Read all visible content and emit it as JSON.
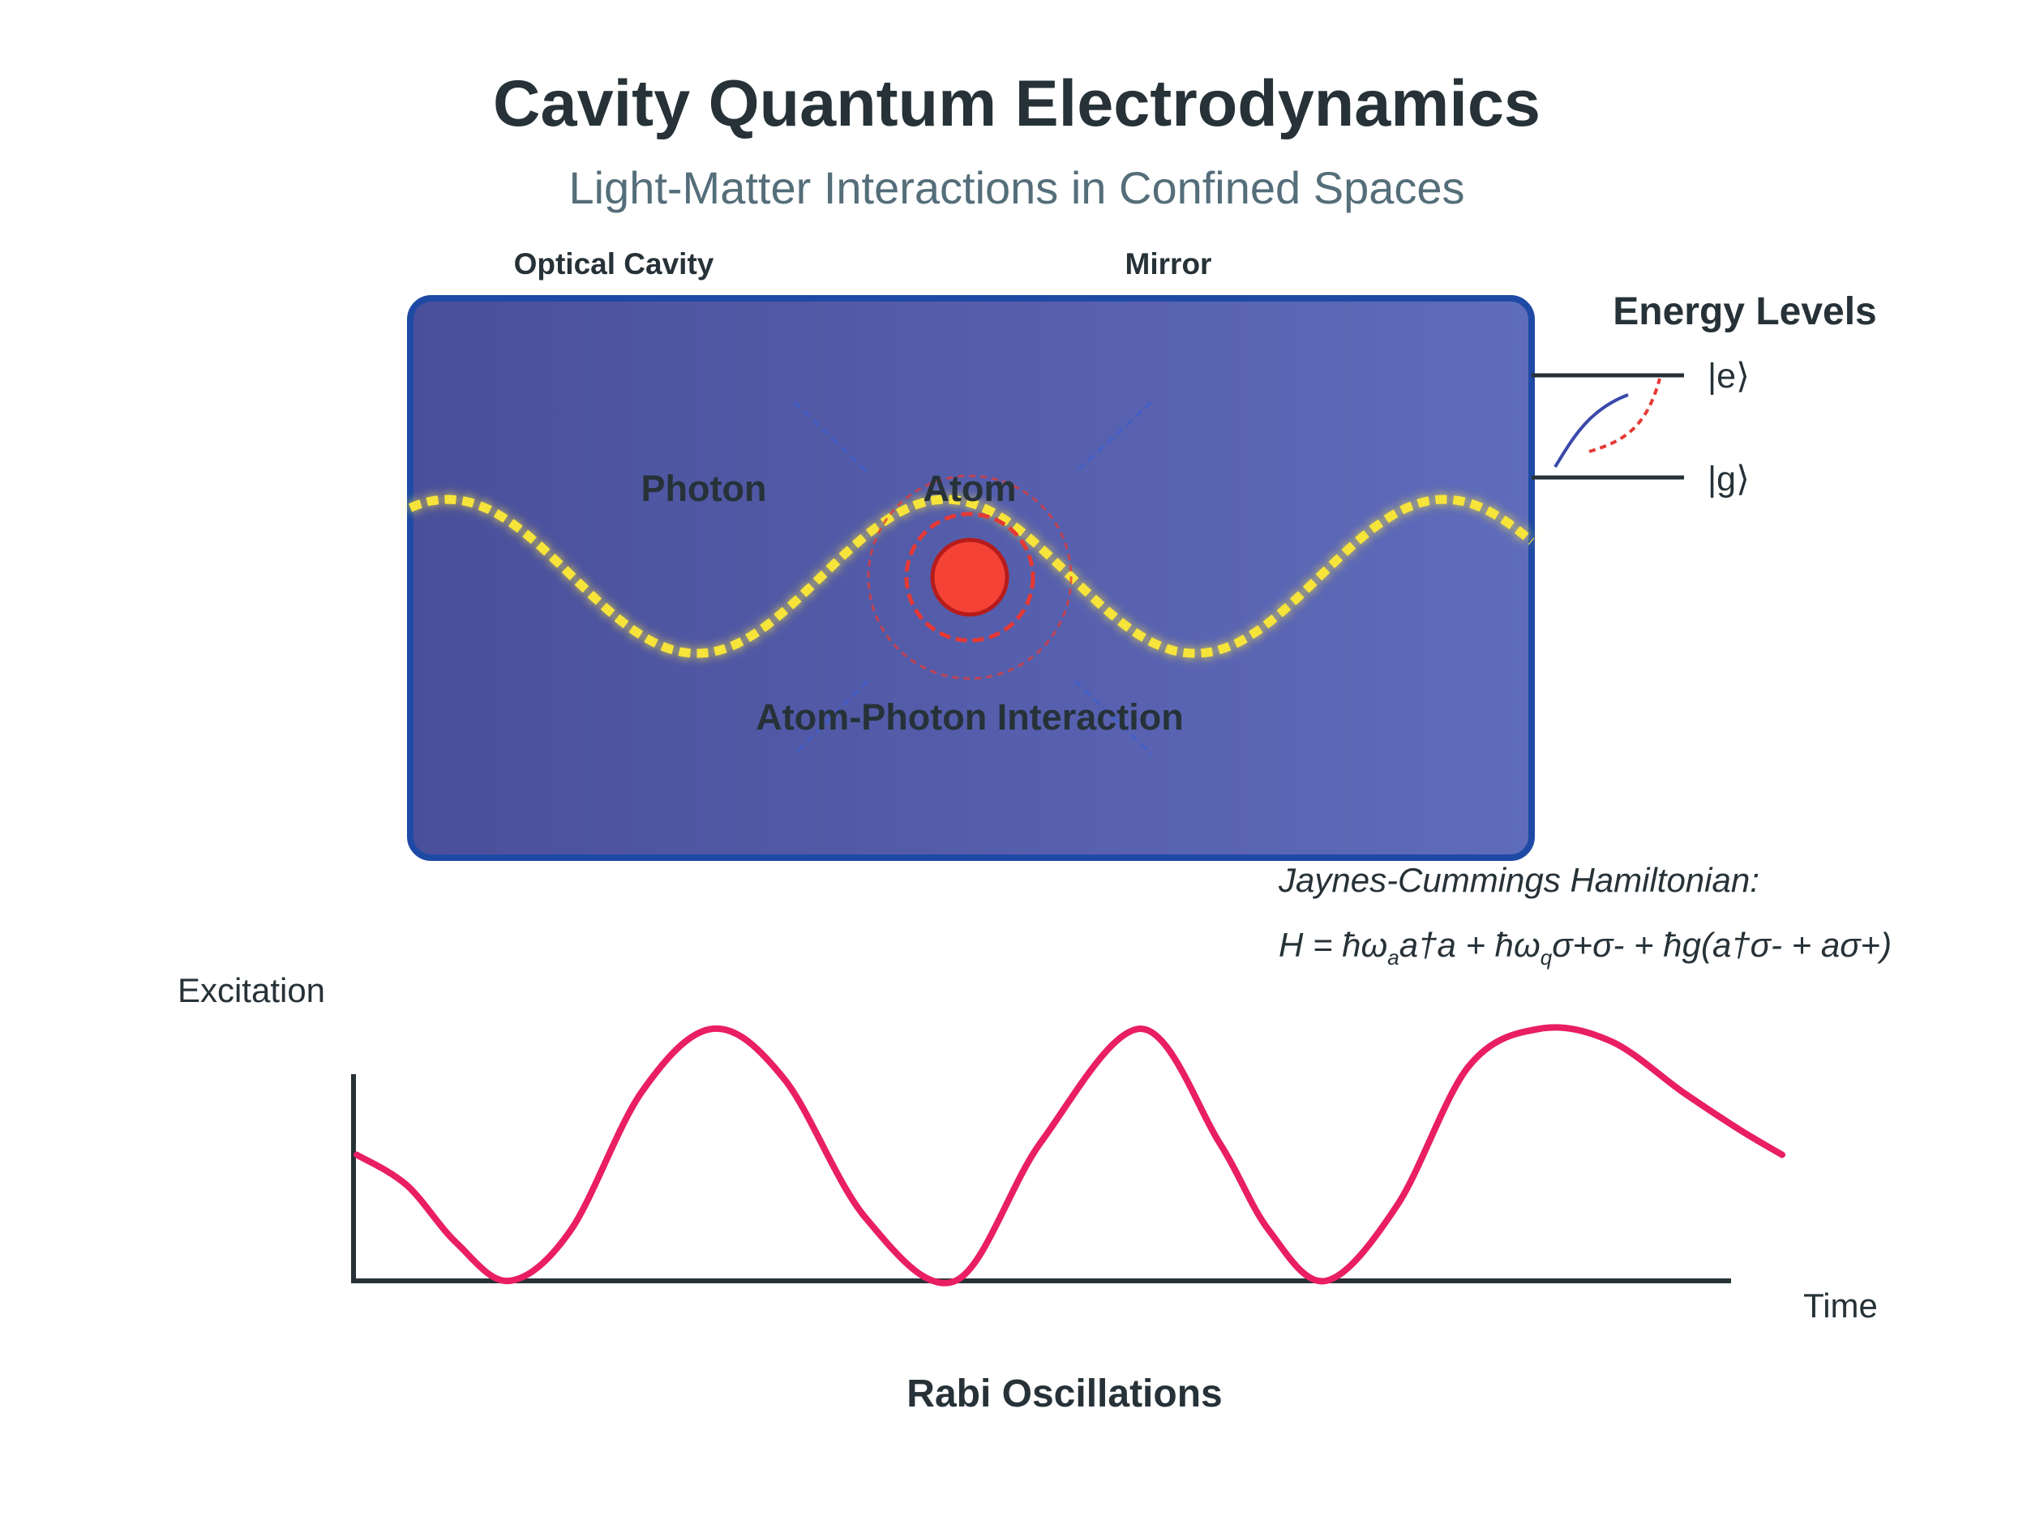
{
  "header": {
    "title": "Cavity Quantum Electrodynamics",
    "subtitle": "Light-Matter Interactions in Confined Spaces"
  },
  "cavity": {
    "optical_cavity_label": "Optical Cavity",
    "mirror_label": "Mirror",
    "photon_label": "Photon",
    "atom_label": "Atom",
    "interaction_label": "Atom-Photon Interaction"
  },
  "energy_levels": {
    "title": "Energy Levels",
    "excited": "|e⟩",
    "ground": "|g⟩"
  },
  "hamiltonian": {
    "heading": "Jaynes-Cummings Hamiltonian:",
    "formula": {
      "lhs": "H = ħω",
      "sub_a": "a",
      "mid": "a†a + ħω",
      "sub_q": "q",
      "rest": "σ+σ- + ħg(a†σ- + aσ+)"
    }
  },
  "chart": {
    "ylabel": "Excitation",
    "xlabel": "Time",
    "title": "Rabi Oscillations"
  },
  "colors": {
    "cavity_fill_start": "#4a4f9a",
    "cavity_fill_end": "#5f6cbc",
    "cavity_border": "#1e4aa5",
    "photon_wave": "#f7e43a",
    "atom": "#f44336",
    "atom_ring": "#e53935",
    "rabi_curve": "#e91e63",
    "text_dark": "#263238",
    "text_muted": "#546e7a"
  },
  "chart_data": {
    "type": "line",
    "title": "Rabi Oscillations",
    "xlabel": "Time",
    "ylabel": "Excitation",
    "x_range": [
      0,
      1
    ],
    "ylim": [
      0,
      1
    ],
    "grid": false,
    "series": [
      {
        "x": [
          0.0,
          0.035,
          0.07,
          0.107,
          0.15,
          0.2,
          0.25,
          0.3,
          0.357,
          0.42,
          0.48,
          0.55,
          0.605,
          0.64,
          0.68,
          0.73,
          0.78,
          0.83,
          0.88,
          0.93,
          0.97,
          1.0
        ],
        "values": [
          0.5,
          0.38,
          0.15,
          0.0,
          0.2,
          0.75,
          1.0,
          0.8,
          0.25,
          0.0,
          0.55,
          1.0,
          0.55,
          0.2,
          0.0,
          0.3,
          0.85,
          1.0,
          0.95,
          0.75,
          0.6,
          0.5
        ]
      }
    ]
  }
}
